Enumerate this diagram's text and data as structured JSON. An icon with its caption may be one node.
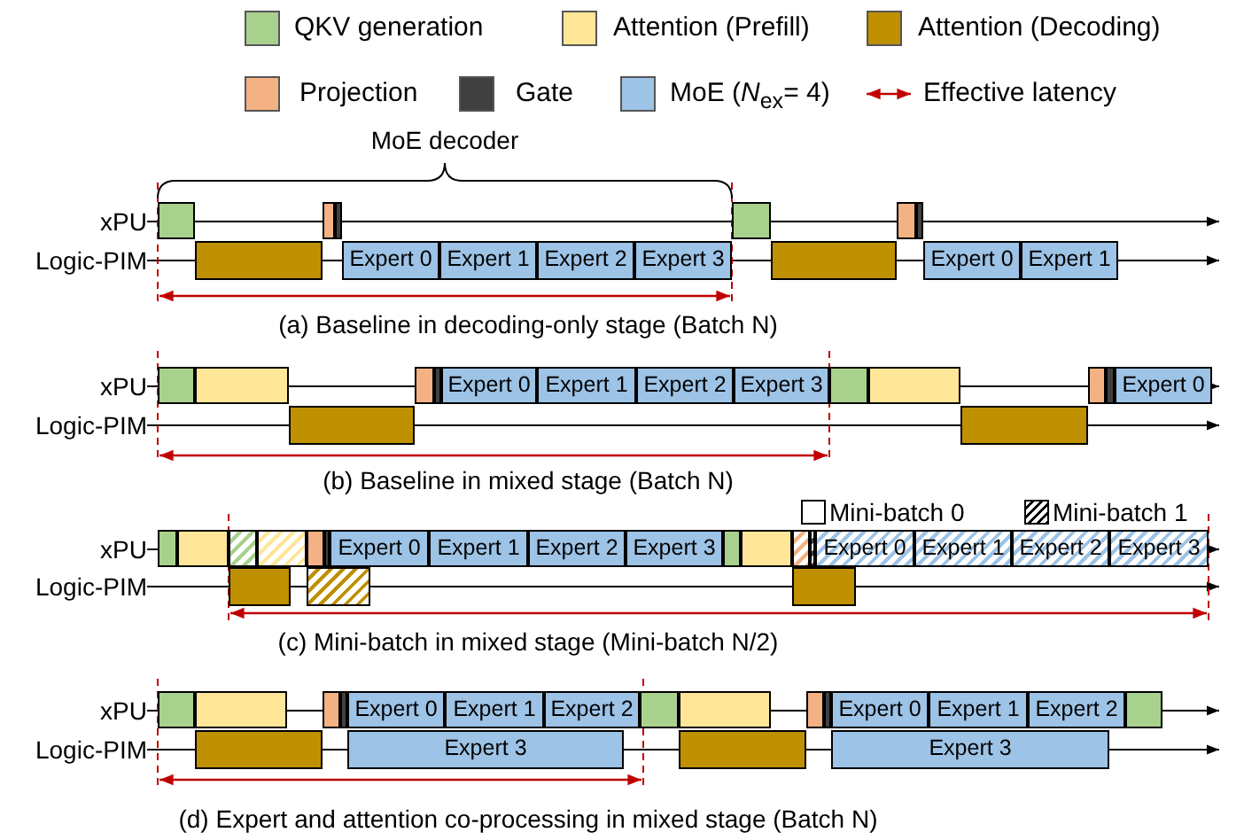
{
  "diagram": {
    "nodes": [
      {
        "text": [
          "Expert 0"
        ]
      },
      {
        "text": [
          "Expert 1"
        ]
      },
      {
        "text": [
          "Expert 2"
        ]
      },
      {
        "text": [
          "Expert 3"
        ]
      },
      {
        "text": [
          "Expert 0"
        ]
      },
      {
        "text": [
          "Expert 1"
        ]
      },
      {
        "text": [
          "Expert 0"
        ]
      },
      {
        "text": [
          "Expert 1"
        ]
      },
      {
        "text": [
          "Expert 2"
        ]
      },
      {
        "text": [
          "Expert 3"
        ]
      },
      {
        "text": [
          "Expert 0"
        ]
      },
      {
        "text": [
          "Expert 0"
        ]
      },
      {
        "text": [
          "Expert 1"
        ]
      },
      {
        "text": [
          "Expert 2"
        ]
      },
      {
        "text": [
          "Expert 3"
        ]
      },
      {
        "text": [
          "Expert 0"
        ]
      },
      {
        "text": [
          "Expert 1"
        ]
      },
      {
        "text": [
          "Expert 2"
        ]
      },
      {
        "text": [
          "Expert 3"
        ]
      },
      {
        "text": [
          "Expert 0"
        ]
      },
      {
        "text": [
          "Expert 1"
        ]
      },
      {
        "text": [
          "Expert 2"
        ]
      },
      {
        "text": [
          "Expert 0"
        ]
      },
      {
        "text": [
          "Expert 1"
        ]
      },
      {
        "text": [
          "Expert 2"
        ]
      },
      {
        "text": [
          "Expert 3"
        ]
      },
      {
        "text": [
          "Expert 3"
        ]
      }
    ],
    "labels": [
      "MoE decoder",
      "xPU",
      "Logic-PIM",
      "(a) Baseline in decoding-only stage (Batch N)",
      "xPU",
      "Logic-PIM",
      "(b) Baseline in mixed stage (Batch N)",
      "xPU",
      "Logic-PIM",
      "(c) Mini-batch in mixed stage (Mini-batch N/2)",
      "xPU",
      "Logic-PIM",
      "(d) Expert and attention co-processing in mixed stage (Batch N)"
    ],
    "legend": [
      {
        "text": "QKV generation",
        "color": "#a9d18e"
      },
      {
        "text": "Attention (Prefill)",
        "color": "#ffe699"
      },
      {
        "text": "Attention (Decoding)",
        "color": "#bf9000"
      },
      {
        "text": "Projection",
        "color": "#f4b183"
      },
      {
        "text": "Gate",
        "color": "#404040"
      },
      {
        "text": "MoE (*N*$_{ex}$= 4)",
        "color": "#9dc3e6"
      },
      {
        "text": "Effective latency"
      },
      {
        "text": "Mini-batch 0"
      },
      {
        "text": "Mini-batch 1"
      }
    ]
  }
}
